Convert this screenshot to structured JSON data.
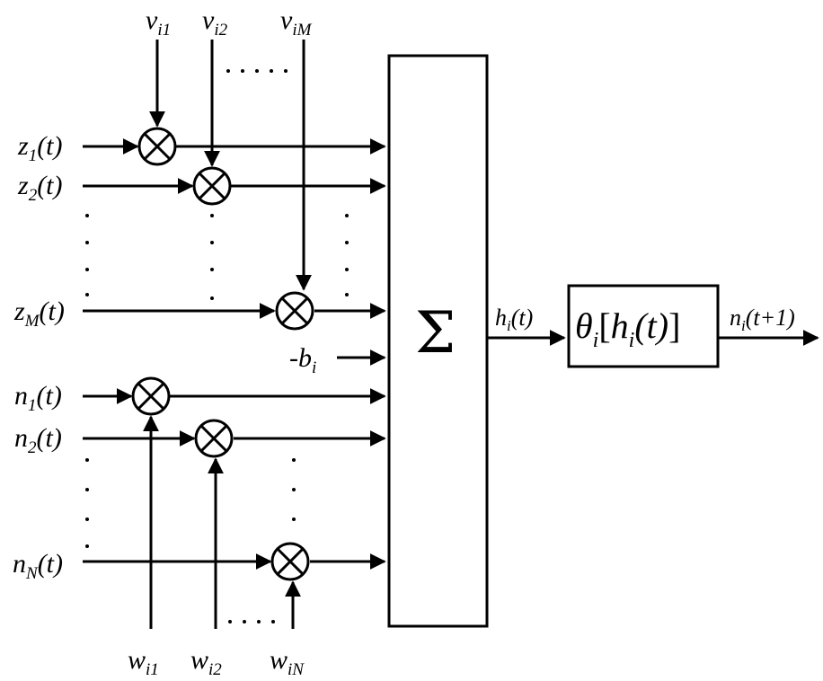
{
  "inputs": {
    "z1": {
      "base": "z",
      "sub": "1",
      "tail": "(t)"
    },
    "z2": {
      "base": "z",
      "sub": "2",
      "tail": "(t)"
    },
    "zM": {
      "base": "z",
      "sub": "M",
      "tail": "(t)"
    },
    "n1": {
      "base": "n",
      "sub": "1",
      "tail": "(t)"
    },
    "n2": {
      "base": "n",
      "sub": "2",
      "tail": "(t)"
    },
    "nN": {
      "base": "n",
      "sub": "N",
      "tail": "(t)"
    }
  },
  "bias": {
    "base": "-b",
    "sub": "i"
  },
  "weights_v": [
    {
      "base": "v",
      "sub": "i1"
    },
    {
      "base": "v",
      "sub": "i2"
    },
    {
      "base": "v",
      "sub": "iM"
    }
  ],
  "weights_w": [
    {
      "base": "w",
      "sub": "i1"
    },
    {
      "base": "w",
      "sub": "i2"
    },
    {
      "base": "w",
      "sub": "iN"
    }
  ],
  "summation": {
    "symbol": "Σ"
  },
  "sum_output": {
    "base": "h",
    "sub": "i",
    "tail": "(t)"
  },
  "activation": {
    "theta": "θ",
    "sub": "i",
    "open": "[",
    "h": "h",
    "hsub": "i",
    "arg": "(t)",
    "close": "]"
  },
  "neuron_output": {
    "base": "n",
    "sub": "i",
    "tail": "(t+1)"
  }
}
